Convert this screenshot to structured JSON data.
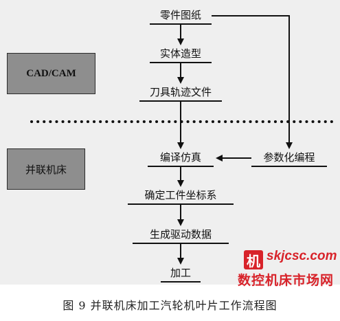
{
  "side_labels": {
    "cad_cam": "CAD/CAM",
    "parallel_machine": "并联机床"
  },
  "steps": {
    "part_drawing": "零件图纸",
    "solid_modeling": "实体造型",
    "tool_path_file": "刀具轨迹文件",
    "compile_simulate": "编译仿真",
    "param_programming": "参数化编程",
    "workpiece_coord": "确定工件坐标系",
    "generate_drive_data": "生成驱动数据",
    "machining": "加工"
  },
  "watermark": {
    "logo_char": "机",
    "url": "skjcsc.com",
    "name": "数控机床市场网"
  },
  "caption": "图 9  并联机床加工汽轮机叶片工作流程图"
}
